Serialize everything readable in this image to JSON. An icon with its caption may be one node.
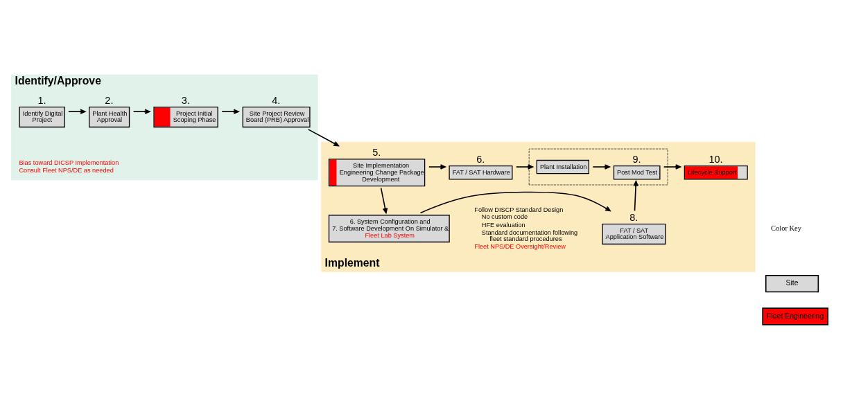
{
  "diagram": {
    "nodes": [
      {
        "text": [
          "Identify/Approve"
        ]
      },
      {
        "text": [
          "1.",
          "Identify Digital Project"
        ],
        "in": 0,
        "beside": [
          "Bias toward DICSP Implementation",
          "Consult Fleet NPS/DE as needed"
        ]
      },
      {
        "text": [
          "2.",
          "Plant Health Approval"
        ],
        "in": 0
      },
      {
        "text": [
          "3.",
          "Project Initial Scoping Phase"
        ],
        "in": 0
      },
      {
        "text": [
          "4.",
          "Site Project Review Board (PRB) Approval"
        ],
        "in": 0
      },
      {
        "text": [
          "Implement"
        ]
      },
      {
        "text": [
          "5.",
          "Site Implementation Engineering Change Package Development"
        ],
        "in": 5,
        "beside": [
          "Follow DISCP Standard Design",
          "No custom code",
          "HFE evaluation",
          "Standard documentation following fleet standard procedures",
          "Fleet NPS/DE Oversight/Review"
        ]
      },
      {
        "text": [
          "6.",
          "FAT / SAT Hardware"
        ],
        "in": 5
      },
      {
        "text": [],
        "shape": "box",
        "in": 5
      },
      {
        "text": [
          "Plant Installation"
        ],
        "in": 8
      },
      {
        "text": [
          "9.",
          "Post Mod Test"
        ],
        "in": 8
      },
      {
        "text": [
          "10.",
          "Lifecycle Support"
        ],
        "in": 5
      },
      {
        "text": [
          "6. System Configuration and",
          "7. Software Development On Simulator &",
          "Fleet Lab System"
        ],
        "in": 5
      },
      {
        "text": [
          "8.",
          "FAT / SAT Application Software"
        ],
        "in": 5
      }
    ],
    "edges": [
      {
        "from": 1,
        "to": 2,
        "arrow": "to"
      },
      {
        "from": 2,
        "to": 3,
        "arrow": "to"
      },
      {
        "from": 3,
        "to": 4,
        "arrow": "to"
      },
      {
        "from": 4,
        "to": 6,
        "arrow": "to"
      },
      {
        "from": 6,
        "to": 7,
        "arrow": "to"
      },
      {
        "from": 6,
        "to": 12,
        "arrow": "to"
      },
      {
        "from": 7,
        "to": 9,
        "arrow": "to"
      },
      {
        "from": 9,
        "to": 10,
        "arrow": "to"
      },
      {
        "from": 10,
        "to": 11,
        "arrow": "to"
      },
      {
        "from": 12,
        "to": 13,
        "arrow": "to"
      },
      {
        "from": 13,
        "to": 10,
        "arrow": "to"
      }
    ],
    "labels": [
      "Color Key"
    ],
    "legend": [
      {
        "text": "Site",
        "color": "#d9d9d9"
      },
      {
        "text": "Fleet Engineering",
        "color": "#ff0000"
      }
    ]
  }
}
